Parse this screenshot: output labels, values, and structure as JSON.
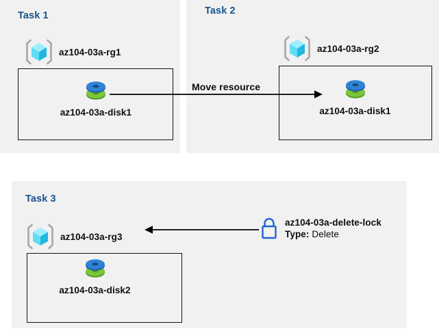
{
  "colors": {
    "panel_bg": "#f1f1f1",
    "page_bg": "#ffffff",
    "title_blue": "#17548c",
    "box_border": "#111111",
    "text": "#0d0d0d",
    "cube_cyan": "#27c6f0",
    "cube_bracket_gray": "#a6a6a6",
    "disk_blue": "#2e7fd4",
    "disk_green": "#6aba2b",
    "lock_blue": "#1f63d6",
    "arrow_black": "#000000"
  },
  "tasks": [
    {
      "id": "task1",
      "title": "Task 1",
      "resource_group": {
        "label": "az104-03a-rg1",
        "icon": "resource-group-cube-icon"
      },
      "resources": [
        {
          "label": "az104-03a-disk1",
          "icon": "managed-disk-icon"
        }
      ]
    },
    {
      "id": "task2",
      "title": "Task 2",
      "resource_group": {
        "label": "az104-03a-rg2",
        "icon": "resource-group-cube-icon"
      },
      "resources": [
        {
          "label": "az104-03a-disk1",
          "icon": "managed-disk-icon"
        }
      ]
    },
    {
      "id": "task3",
      "title": "Task 3",
      "resource_group": {
        "label": "az104-03a-rg3",
        "icon": "resource-group-cube-icon"
      },
      "resources": [
        {
          "label": "az104-03a-disk2",
          "icon": "managed-disk-icon"
        }
      ]
    }
  ],
  "arrows": {
    "move": {
      "label": "Move resource",
      "direction": "right",
      "icon": "arrow-right-icon"
    },
    "lock": {
      "direction": "left",
      "icon": "arrow-left-icon"
    }
  },
  "lock": {
    "icon": "padlock-icon",
    "name": "az104-03a-delete-lock",
    "type_label": "Type:",
    "type_value": "Delete"
  }
}
